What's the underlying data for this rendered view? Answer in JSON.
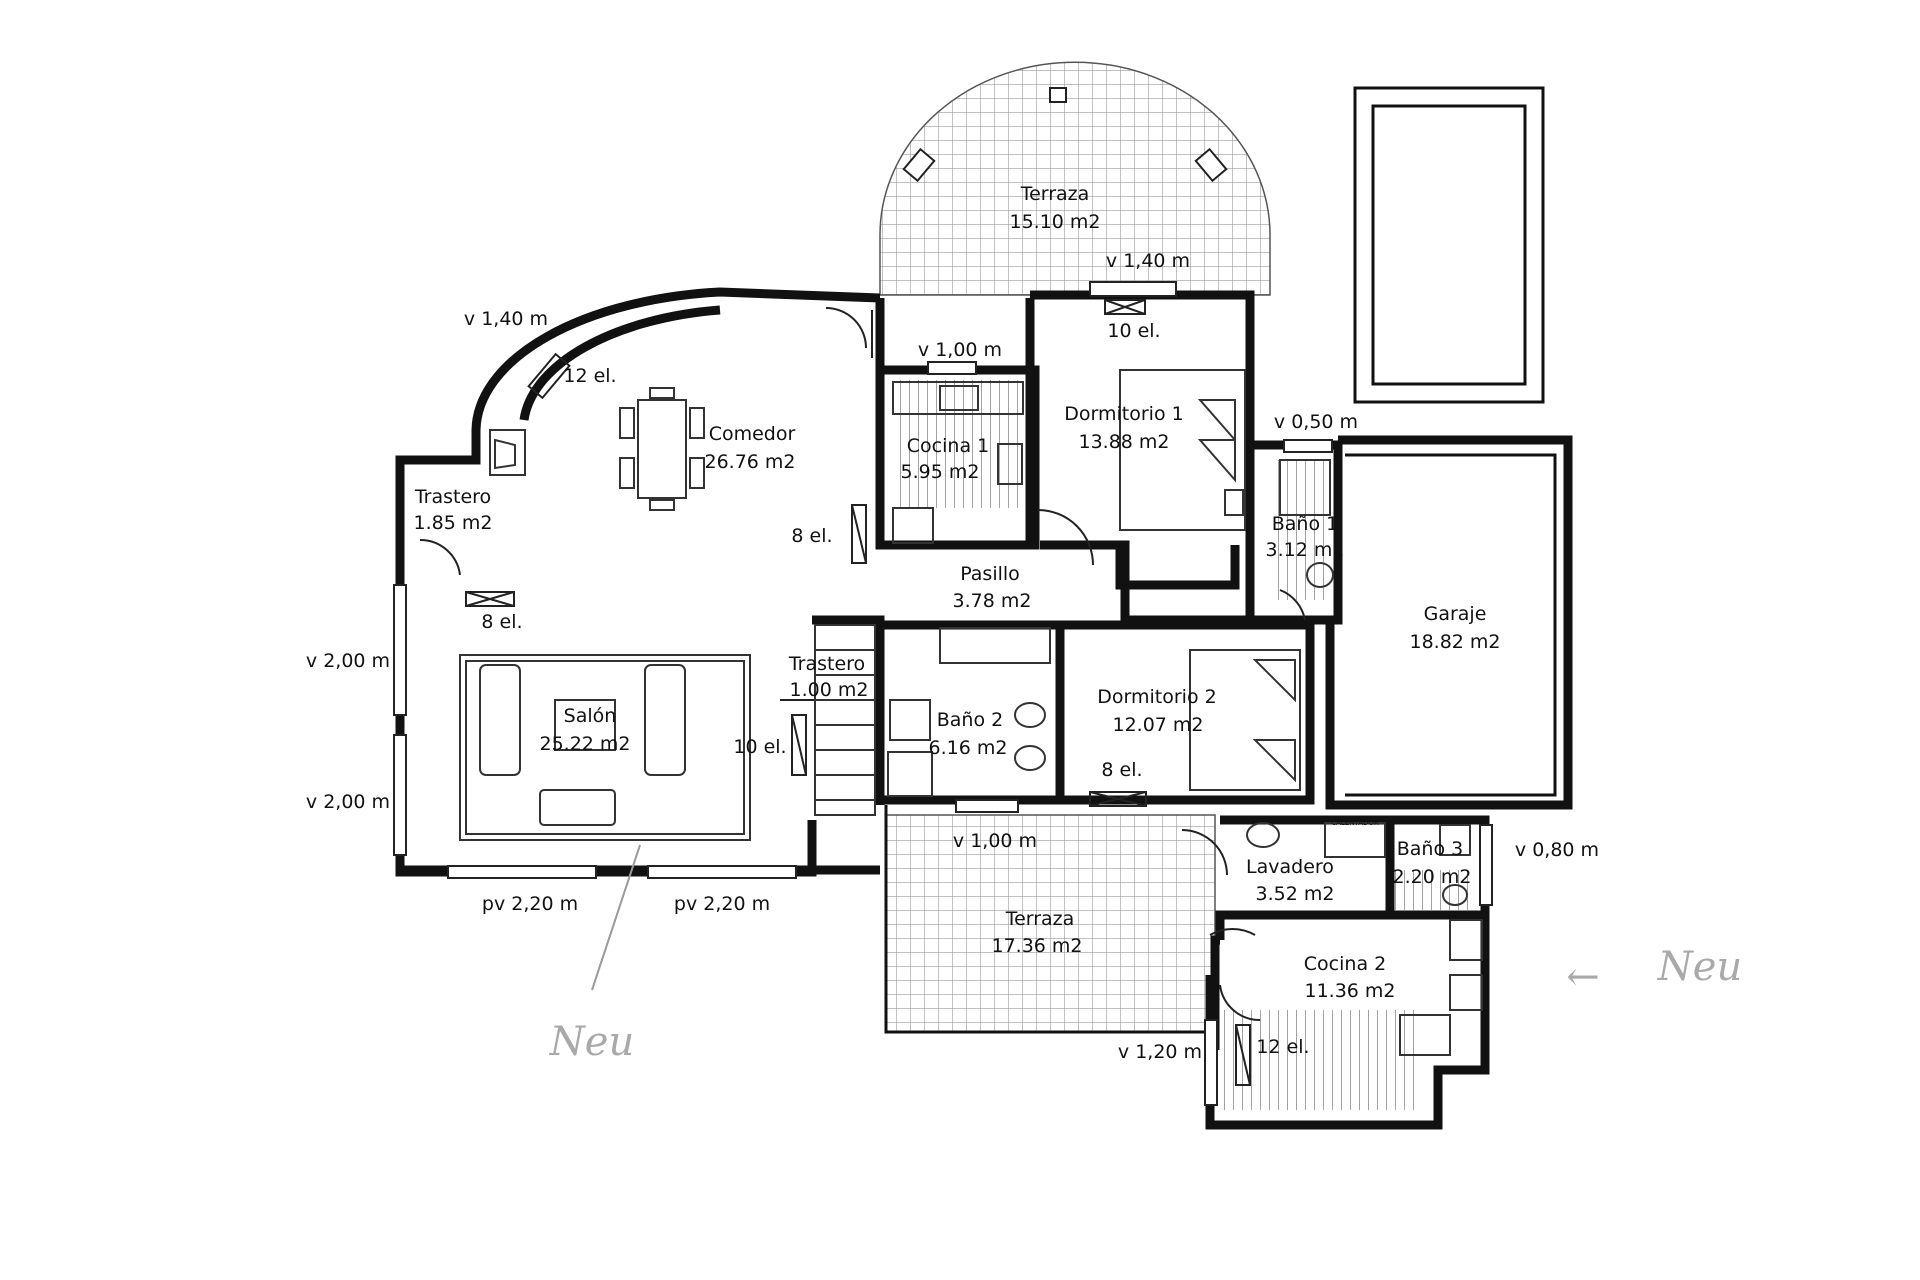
{
  "rooms": {
    "terraza_top": {
      "name": "Terraza",
      "area": "15.10 m2"
    },
    "comedor": {
      "name": "Comedor",
      "area": "26.76 m2"
    },
    "cocina1": {
      "name": "Cocina 1",
      "area": "5.95 m2"
    },
    "dormitorio1": {
      "name": "Dormitorio 1",
      "area": "13.88 m2"
    },
    "bano1": {
      "name": "Baño 1",
      "area": "3.12 m2"
    },
    "trastero1": {
      "name": "Trastero",
      "area": "1.85 m2"
    },
    "pasillo": {
      "name": "Pasillo",
      "area": "3.78 m2"
    },
    "garaje": {
      "name": "Garaje",
      "area": "18.82 m2"
    },
    "trastero2": {
      "name": "Trastero",
      "area": "1.00 m2"
    },
    "salon": {
      "name": "Salón",
      "area": "25.22 m2"
    },
    "bano2": {
      "name": "Baño 2",
      "area": "6.16 m2"
    },
    "dormitorio2": {
      "name": "Dormitorio 2",
      "area": "12.07 m2"
    },
    "lavadero": {
      "name": "Lavadero",
      "area": "3.52 m2"
    },
    "bano3": {
      "name": "Baño 3",
      "area": "2.20 m2"
    },
    "terraza_bottom": {
      "name": "Terraza",
      "area": "17.36 m2"
    },
    "cocina2": {
      "name": "Cocina 2",
      "area": "11.36 m2"
    }
  },
  "windows": {
    "w_terraza_top": "v 1,40 m",
    "w_comedor": "v 1,40 m",
    "w_cocina1": "v 1,00 m",
    "w_bano1": "v 0,50 m",
    "w_salon_1": "v 2,00 m",
    "w_salon_2": "v 2,00 m",
    "w_pv_1": "pv 2,20 m",
    "w_pv_2": "pv 2,20 m",
    "w_terraza_bottom": "v 1,00 m",
    "w_bano3": "v 0,80 m",
    "w_cocina2": "v 1,20 m"
  },
  "radiators": {
    "r_comedor": "12 el.",
    "r_dorm1": "10 el.",
    "r_cocina1": "8 el.",
    "r_trastero": "8 el.",
    "r_salon": "10 el.",
    "r_dorm2": "8 el.",
    "r_cocina2": "12 el."
  },
  "appliance_label": "CALENTADOR",
  "notes": {
    "left": "Neu",
    "right": "Neu",
    "arrow": "←"
  }
}
